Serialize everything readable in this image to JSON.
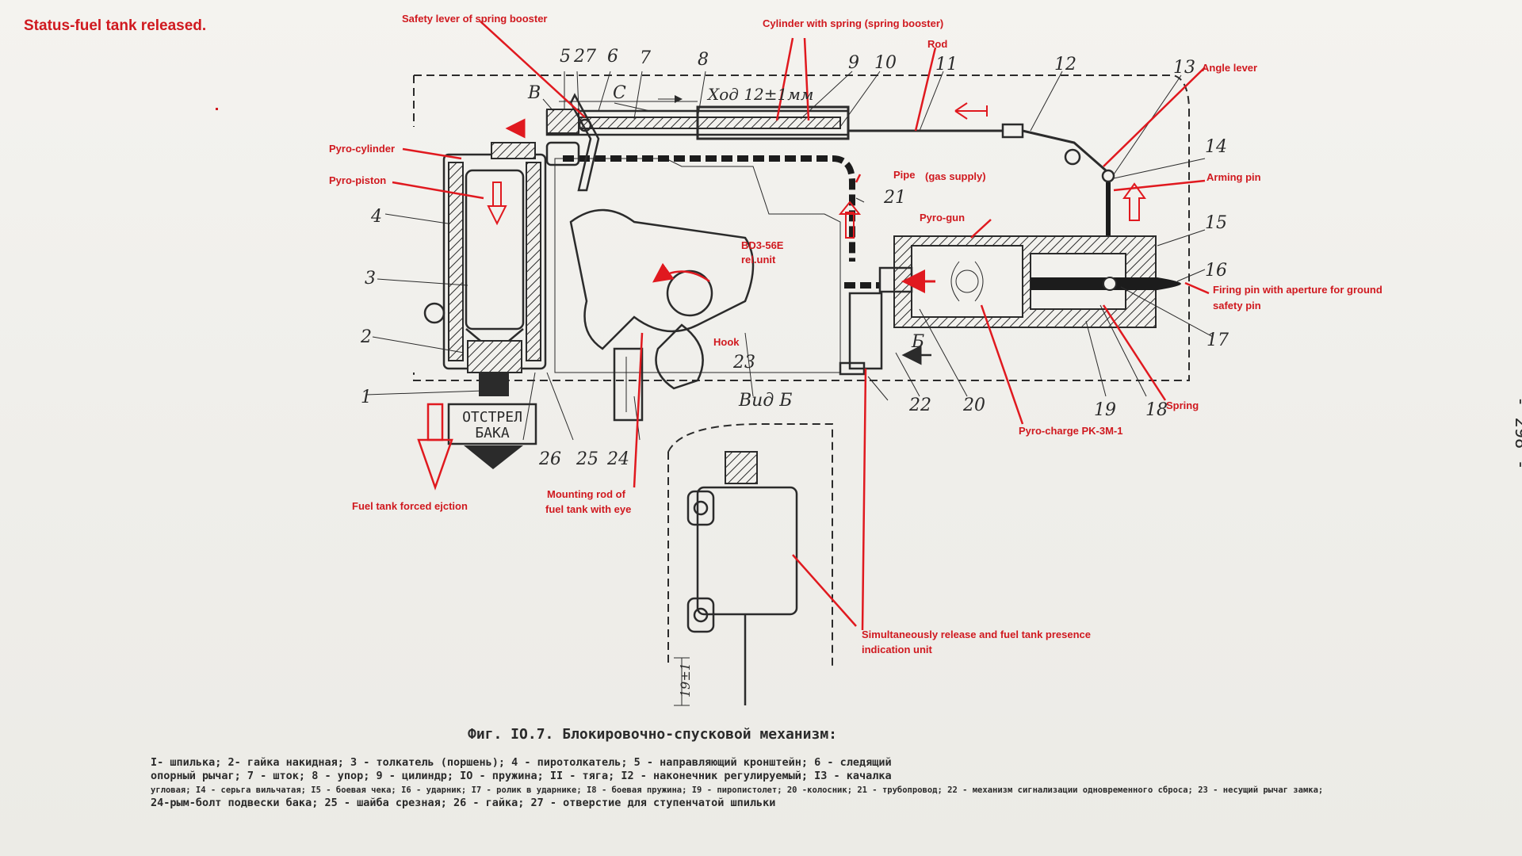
{
  "status": "Status-fuel tank released.",
  "labels": {
    "safety_lever": "Safety lever of spring booster",
    "cylinder_spring": "Cylinder with spring  (spring booster)",
    "rod": "Rod",
    "angle_lever": "Angle lever",
    "pyro_cylinder": "Pyro-cylinder",
    "pyro_piston": "Pyro-piston",
    "pipe": "Pipe",
    "gas_supply": "(gas supply)",
    "arming_pin": "Arming pin",
    "pyro_gun": "Pyro-gun",
    "bd3_line1": "BD3-56E",
    "bd3_line2": "rel.unit",
    "firing_pin_line1": "Firing pin with aperture for ground",
    "firing_pin_line2": "safety pin",
    "hook": "Hook",
    "spring": "Spring",
    "pyro_charge": "Pyro-charge PK-3M-1",
    "fuel_tank_ejection": "Fuel tank forced ejction",
    "mounting_rod_line1": "Mounting rod of",
    "mounting_rod_line2": "fuel tank with eye",
    "simul_line1": "Simultaneously release and fuel tank presence",
    "simul_line2": "indication unit"
  },
  "numbers": {
    "n1": "1",
    "n2": "2",
    "n3": "3",
    "n4": "4",
    "n5": "5",
    "n6": "6",
    "n7": "7",
    "n8": "8",
    "n9": "9",
    "n10": "10",
    "n11": "11",
    "n12": "12",
    "n13": "13",
    "n14": "14",
    "n15": "15",
    "n16": "16",
    "n17": "17",
    "n18": "18",
    "n19": "19",
    "n20": "20",
    "n21": "21",
    "n22": "22",
    "n23": "23",
    "n24": "24",
    "n25": "25",
    "n26": "26",
    "n27": "27"
  },
  "letters": {
    "B": "В",
    "C": "С",
    "Bview": "Б"
  },
  "stroke_text": "Ход 12±1мм",
  "view_text": "Вид Б",
  "dim_text": "19±1",
  "otstrel_line1": "ОТСТРЕЛ",
  "otstrel_line2": "БАКА",
  "page_number": "- 298 -",
  "caption_title": "Фиг. IO.7.  Блокировочно-спусковой механизм:",
  "caption_lines": [
    "I- шпилька; 2- гайка накидная; 3 - толкатель (поршень); 4 - пиротолкатель; 5 - направляющий кронштейн; 6 - следящий",
    "опорный рычаг; 7 - шток; 8 - упор; 9 - цилиндр; IO - пружина; II - тяга; I2 - наконечник регулируемый; I3 - качалка",
    "угловая; I4 - серьга вильчатая; I5 - боевая чека; I6 - ударник; I7 - ролик в ударнике; I8 - боевая пружина; I9 - пиропистолет; 20 -колосник; 21 - трубопровод; 22 - механизм сигнализации одновременного сброса; 23 - несущий рычаг замка;",
    "24-рым-болт подвески бака; 25 - шайба срезная; 26 - гайка; 27 - отверстие для ступенчатой шпильки"
  ],
  "colors": {
    "annotation": "#d0191f",
    "ink": "#2b2b2b",
    "paper": "#f2f1ed"
  }
}
